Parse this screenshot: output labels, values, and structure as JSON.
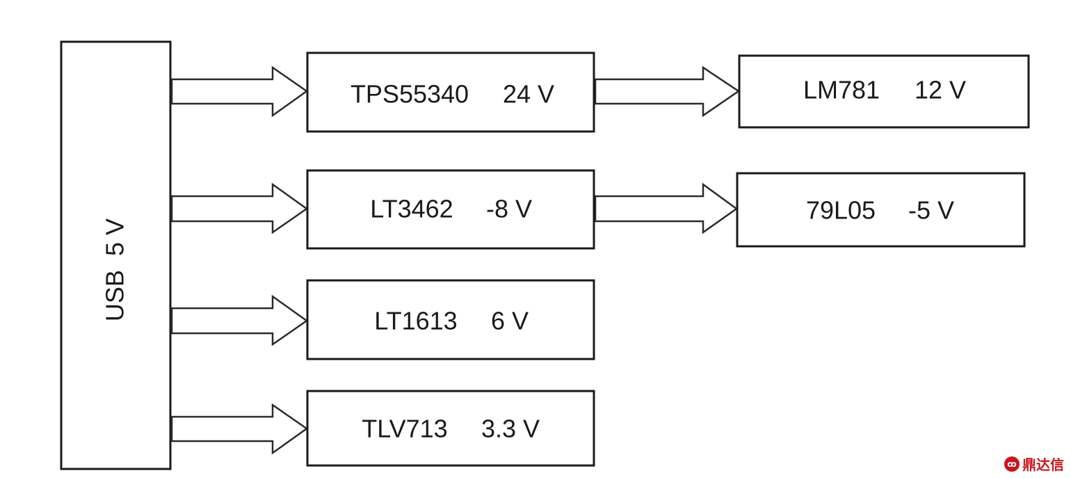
{
  "source": {
    "label": "USB  5 V"
  },
  "blocks": [
    {
      "id": "tps55340",
      "part": "TPS55340",
      "voltage": "24 V"
    },
    {
      "id": "lt3462",
      "part": "LT3462",
      "voltage": "-8 V"
    },
    {
      "id": "lt1613",
      "part": "LT1613",
      "voltage": "6 V"
    },
    {
      "id": "tlv713",
      "part": "TLV713",
      "voltage": "3.3 V"
    },
    {
      "id": "lm781",
      "part": "LM781",
      "voltage": "12 V"
    },
    {
      "id": "79l05",
      "part": "79L05",
      "voltage": "-5 V"
    }
  ],
  "watermark": {
    "text": "鼎达信",
    "logo_glyph": "ꝏ"
  }
}
